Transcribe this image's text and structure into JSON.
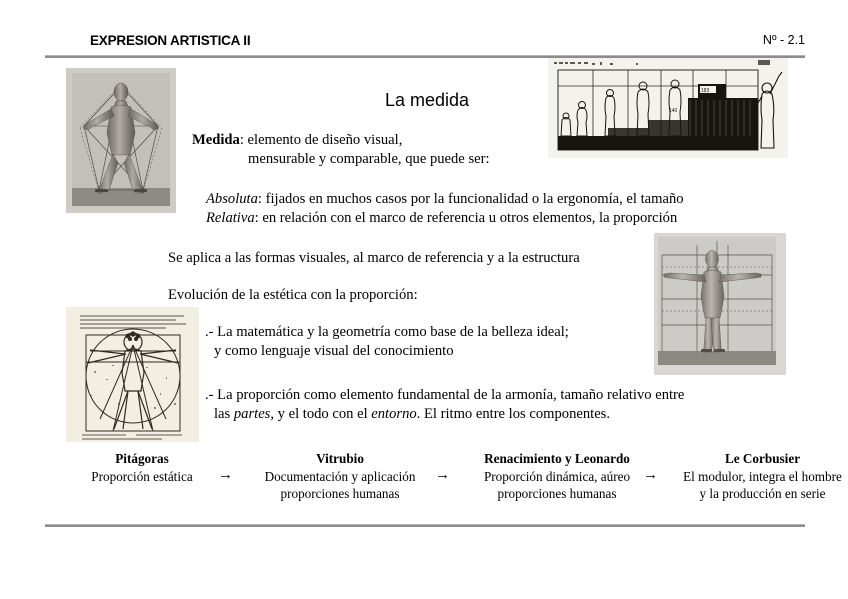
{
  "header": {
    "course_title": "EXPRESION ARTISTICA II",
    "page_number": "Nº - 2.1"
  },
  "main": {
    "title": "La medida",
    "medida_line1_bold": "Medida",
    "medida_line1_rest": ": elemento de diseño visual,",
    "medida_line2": "mensurable y comparable, que puede ser:",
    "absoluta_label": "Absoluta",
    "absoluta_text": ": fijados en muchos casos por la funcionalidad o la ergonomía, el tamaño",
    "relativa_label": "Relativa",
    "relativa_text": ": en relación con el marco de referencia u otros elementos, la proporción",
    "aplica_line": "Se aplica a las formas visuales, al marco de referencia y a la estructura",
    "evolucion_line": "Evolución de la estética con la proporción:",
    "bullet1_line1": ".- La matemática y la geometría como base de la belleza ideal;",
    "bullet1_line2": "y como lenguaje visual del conocimiento",
    "bullet2_line1": ".- La proporción como elemento fundamental de la armonía, tamaño relativo entre",
    "bullet2_line2_pre": "las ",
    "bullet2_line2_italic1": "partes",
    "bullet2_line2_mid": ", y el todo con el ",
    "bullet2_line2_italic2": "entorno",
    "bullet2_line2_post": ". El ritmo entre los componentes."
  },
  "timeline": {
    "arrow_glyph": "→",
    "columns": [
      {
        "heading": "Pitágoras",
        "lines": [
          "Proporción estática"
        ]
      },
      {
        "heading": "Vitrubio",
        "lines": [
          "Documentación y aplicación",
          "proporciones humanas"
        ]
      },
      {
        "heading": "Renacimiento y Leonardo",
        "lines": [
          "Proporción dinámica, aúreo",
          "proporciones humanas"
        ]
      },
      {
        "heading": "Le Corbusier",
        "lines": [
          "El modulor, integra el hombre",
          "y la producción en serie"
        ]
      }
    ]
  },
  "figures": {
    "pentagram_figure": "photograph of standing man with pentagram construction lines",
    "modulor_panel": "Le Corbusier Modulor panel with human figures and measurements",
    "grid_figure": "photograph of standing man with proportional grid overlay",
    "vitruvian_man": "Leonardo da Vinci Vitruvian Man drawing"
  },
  "colors": {
    "rule": "#8c8c8c",
    "text": "#000000",
    "page_background": "#ffffff"
  }
}
